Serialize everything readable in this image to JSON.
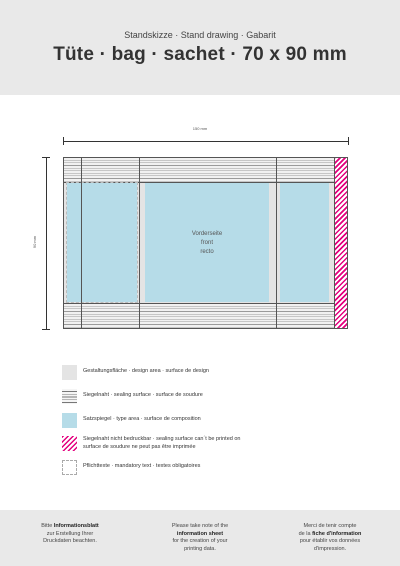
{
  "header": {
    "subtitle": "Standskizze · Stand drawing · Gabarit",
    "title": "Tüte · bag · sachet · 70 x 90 mm"
  },
  "dimensions": {
    "width_label": "150 mm",
    "height_label": "90 mm"
  },
  "front_panel": {
    "line1": "Vorderseite",
    "line2": "front",
    "line3": "recto"
  },
  "legend": [
    {
      "icon": "design-area-swatch",
      "text": "Gestaltungsfläche · design area · surface de design"
    },
    {
      "icon": "sealing-surface-swatch",
      "text": "Siegelnaht · sealing surface · surface de soudure"
    },
    {
      "icon": "type-area-swatch",
      "text": "Satzspiegel · type area · surface de composition"
    },
    {
      "icon": "non-printable-hatch-swatch",
      "line1": "Siegelnaht nicht bedruckbar · sealing surface can´t be printed on",
      "line2": "surface de soudure ne peut pas être imprimée"
    },
    {
      "icon": "mandatory-text-swatch",
      "text": "Pflichttexte · mandatory text · textes obligatoires"
    }
  ],
  "footer": {
    "de": {
      "pre": "Bitte ",
      "bold": "Informationsblatt",
      "line2": "zur Erstellung Ihrer",
      "line3": "Druckdaten beachten."
    },
    "en": {
      "line1": "Please take note of the",
      "bold": "information sheet",
      "line3": "for the creation of your",
      "line4": "printing data."
    },
    "fr": {
      "line1": "Merci de tenir compte",
      "pre": "de la ",
      "bold": "fiche d'information",
      "line3": "pour établir vos données",
      "line4": "d'impression."
    }
  },
  "colors": {
    "type_area": "#b6dce8",
    "design_area": "#e4e4e4",
    "non_printable": "#e3007e",
    "header_bg": "#e9e9e9"
  }
}
